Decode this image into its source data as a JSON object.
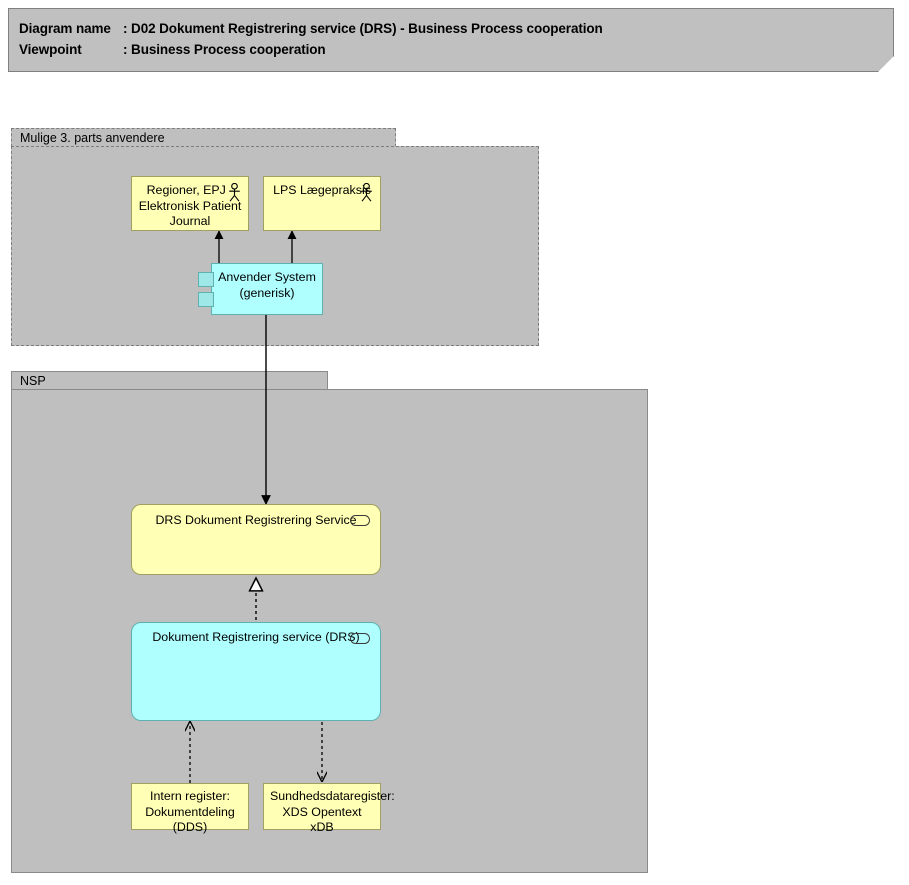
{
  "header": {
    "line1_key": "Diagram name",
    "line1_sep": ": ",
    "line1_value": "D02 Dokument Registrering service (DRS) - Business Process cooperation",
    "line2_key": "Viewpoint",
    "line2_sep": ": ",
    "line2_value": "Business Process cooperation"
  },
  "groups": [
    {
      "id": "third-party",
      "label": "Mulige 3. parts anvendere",
      "border_style": "dashed"
    },
    {
      "id": "nsp",
      "label": "NSP",
      "border_style": "solid"
    }
  ],
  "nodes": [
    {
      "id": "regioner-epj",
      "label": "Regioner, EPJ - Elektronisk Patient Journal",
      "icon": "actor-icon",
      "fill": "#ffffb5"
    },
    {
      "id": "lps-laegepraksis",
      "label": "LPS Lægepraksis",
      "icon": "actor-icon",
      "fill": "#ffffb5"
    },
    {
      "id": "anvender-system",
      "label": "Anvender System (generisk)",
      "icon": "component-icon",
      "fill": "#b0ffff"
    },
    {
      "id": "drs-service",
      "label": "DRS Dokument Registrering Service",
      "icon": "service-icon",
      "fill": "#ffffb5"
    },
    {
      "id": "drs-component",
      "label": "Dokument Registrering service (DRS)",
      "icon": "service-icon",
      "fill": "#b0ffff"
    },
    {
      "id": "intern-register",
      "label": "Intern register: Dokumentdeling (DDS)",
      "icon": "none",
      "fill": "#ffffb5"
    },
    {
      "id": "sundhedsdataregister",
      "label": "Sundhedsdataregister: XDS Opentext xDB",
      "icon": "none",
      "fill": "#ffffb5"
    }
  ],
  "colors": {
    "yellow_fill": "#ffffb5",
    "cyan_fill": "#b0ffff",
    "group_fill": "#bfbfbf",
    "banner_fill": "#c0c0c0",
    "line": "#000000"
  }
}
